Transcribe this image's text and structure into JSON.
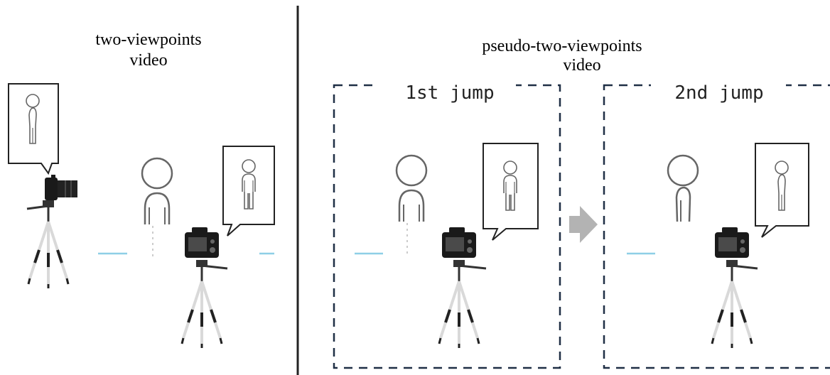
{
  "left_panel": {
    "title_line1": "two-viewpoints",
    "title_line2": "video"
  },
  "right_panel": {
    "title_line1": "pseudo-two-viewpoints",
    "title_line2": "video",
    "frames": [
      {
        "label": "1st jump"
      },
      {
        "label": "2nd jump"
      }
    ]
  },
  "colors": {
    "line": "#222222",
    "person_stroke": "#666666",
    "ground_line": "#8ecfe6",
    "arrow": "#b3b3b3",
    "camera_body": "#1a1a1a",
    "tripod_leg": "#d9d9d9"
  }
}
